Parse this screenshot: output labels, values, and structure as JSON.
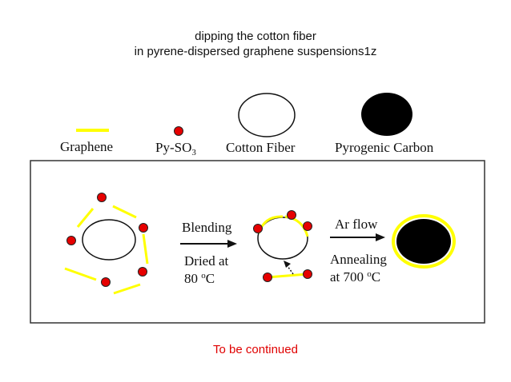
{
  "title": {
    "line1": "dipping the cotton fiber",
    "line2": "in pyrene-dispersed graphene suspensions1z"
  },
  "legend": {
    "graphene": "Graphene",
    "py_so3_prefix": "Py-SO",
    "py_so3_sub": "3",
    "cotton_fiber": "Cotton Fiber",
    "pyrogenic_carbon": "Pyrogenic Carbon"
  },
  "process": {
    "step1_label": "Blending",
    "step1_cond_line1": "Dried at",
    "step1_cond_value": "80 ",
    "step1_cond_unit_sup": "o",
    "step1_cond_unit": "C",
    "step2_label": "Ar flow",
    "step2_cond_line1": "Annealing",
    "step2_cond_value": "at 700 ",
    "step2_cond_unit_sup": "o",
    "step2_cond_unit": "C"
  },
  "footer": "To be continued",
  "colors": {
    "graphene": "#ffff00",
    "py_so3": "#e60000",
    "carbon": "#000000",
    "footer_text": "#e00000"
  }
}
